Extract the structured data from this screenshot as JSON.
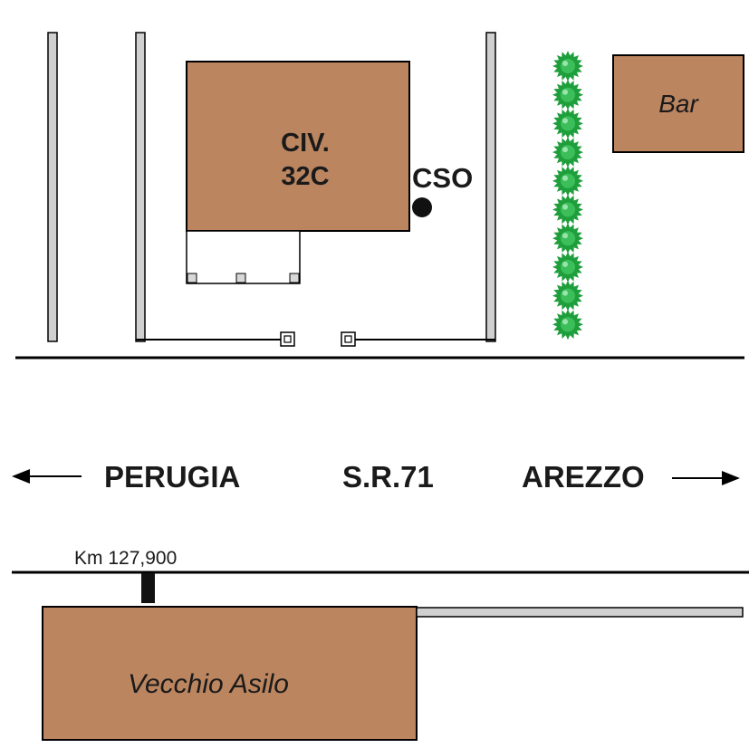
{
  "labels": {
    "building_main_line1": "CIV.",
    "building_main_line2": "32C",
    "cso": "CSO",
    "bar": "Bar",
    "perugia": "PERUGIA",
    "road_name": "S.R.71",
    "arezzo": "AREZZO",
    "km_marker": "Km 127,900",
    "vecchio_asilo": "Vecchio Asilo"
  },
  "colors": {
    "building": "#BB8560",
    "wall": "#d0d0d0",
    "hedge": "#1f9e3c",
    "line": "#000000"
  },
  "icons": {
    "direction_left": "arrow-left-icon",
    "direction_right": "arrow-right-icon",
    "cso_point": "filled-circle-icon",
    "hedge": "shrub-icon"
  }
}
